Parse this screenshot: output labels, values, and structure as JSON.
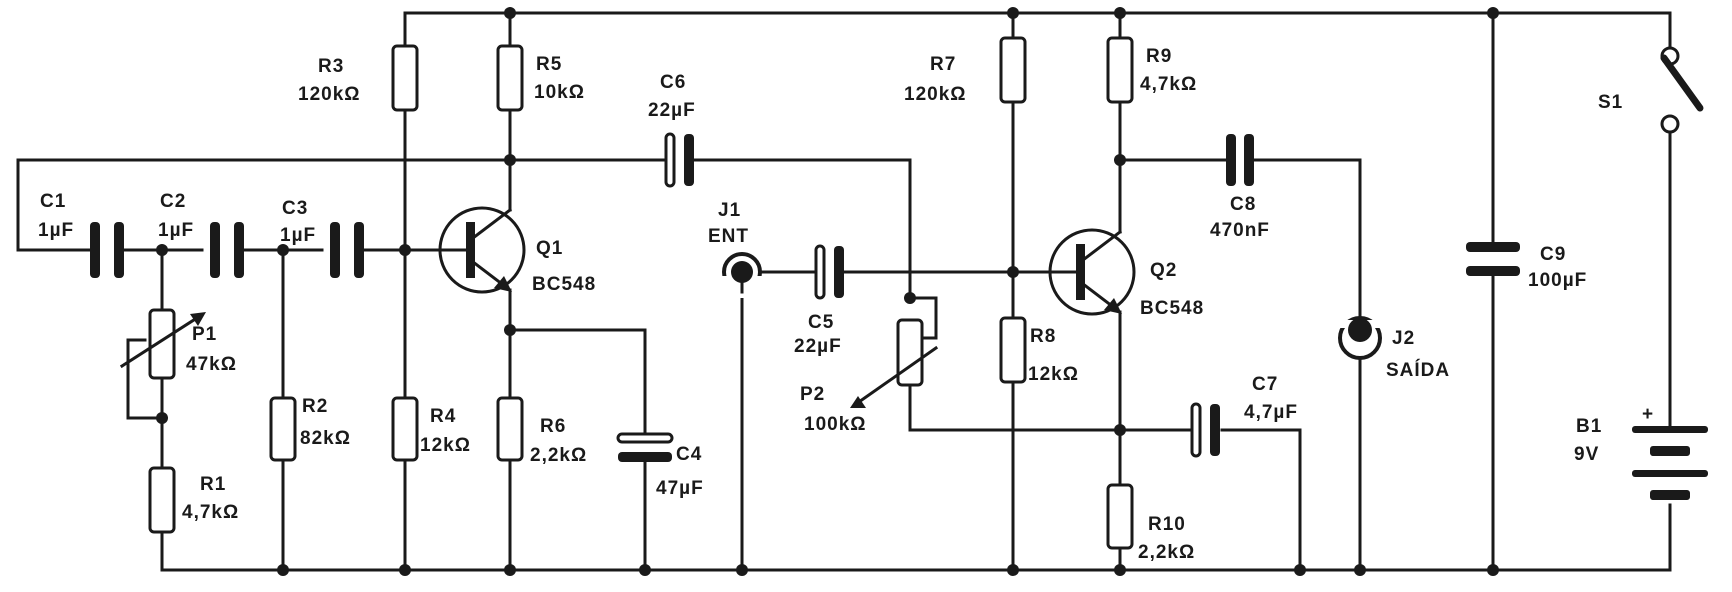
{
  "components": {
    "C1": {
      "ref": "C1",
      "value": "1µF"
    },
    "C2": {
      "ref": "C2",
      "value": "1µF"
    },
    "C3": {
      "ref": "C3",
      "value": "1µF"
    },
    "C4": {
      "ref": "C4",
      "value": "47µF"
    },
    "C5": {
      "ref": "C5",
      "value": "22µF"
    },
    "C6": {
      "ref": "C6",
      "value": "22µF"
    },
    "C7": {
      "ref": "C7",
      "value": "4,7µF"
    },
    "C8": {
      "ref": "C8",
      "value": "470nF"
    },
    "C9": {
      "ref": "C9",
      "value": "100µF"
    },
    "R1": {
      "ref": "R1",
      "value": "4,7kΩ"
    },
    "R2": {
      "ref": "R2",
      "value": "82kΩ"
    },
    "R3": {
      "ref": "R3",
      "value": "120kΩ"
    },
    "R4": {
      "ref": "R4",
      "value": "12kΩ"
    },
    "R5": {
      "ref": "R5",
      "value": "10kΩ"
    },
    "R6": {
      "ref": "R6",
      "value": "2,2kΩ"
    },
    "R7": {
      "ref": "R7",
      "value": "120kΩ"
    },
    "R8": {
      "ref": "R8",
      "value": "12kΩ"
    },
    "R9": {
      "ref": "R9",
      "value": "4,7kΩ"
    },
    "R10": {
      "ref": "R10",
      "value": "2,2kΩ"
    },
    "P1": {
      "ref": "P1",
      "value": "47kΩ"
    },
    "P2": {
      "ref": "P2",
      "value": "100kΩ"
    },
    "Q1": {
      "ref": "Q1",
      "value": "BC548"
    },
    "Q2": {
      "ref": "Q2",
      "value": "BC548"
    },
    "J1": {
      "ref": "J1",
      "value": "ENT"
    },
    "J2": {
      "ref": "J2",
      "value": "SAÍDA"
    },
    "S1": {
      "ref": "S1"
    },
    "B1": {
      "ref": "B1",
      "value": "9V",
      "polarity": "+"
    }
  },
  "colors": {
    "ink": "#1a1a1a",
    "paper": "#ffffff"
  }
}
